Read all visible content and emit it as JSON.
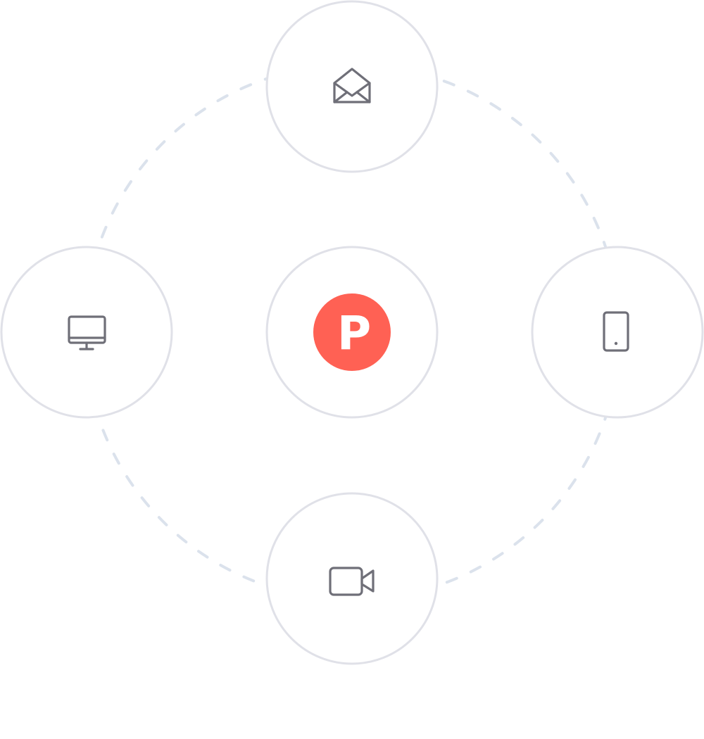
{
  "colors": {
    "ring_stroke": "#e0e1e8",
    "orbit_dash": "#dbe2ec",
    "icon_stroke": "#6f6f78",
    "brand": "#ff6154",
    "brand_text": "#ffffff"
  },
  "center": {
    "icon": "product-hunt-logo",
    "letter": "P"
  },
  "nodes": [
    {
      "position": "top",
      "icon": "envelope-icon"
    },
    {
      "position": "left",
      "icon": "desktop-monitor-icon"
    },
    {
      "position": "right",
      "icon": "smartphone-icon"
    },
    {
      "position": "bottom",
      "icon": "video-camera-icon"
    }
  ]
}
